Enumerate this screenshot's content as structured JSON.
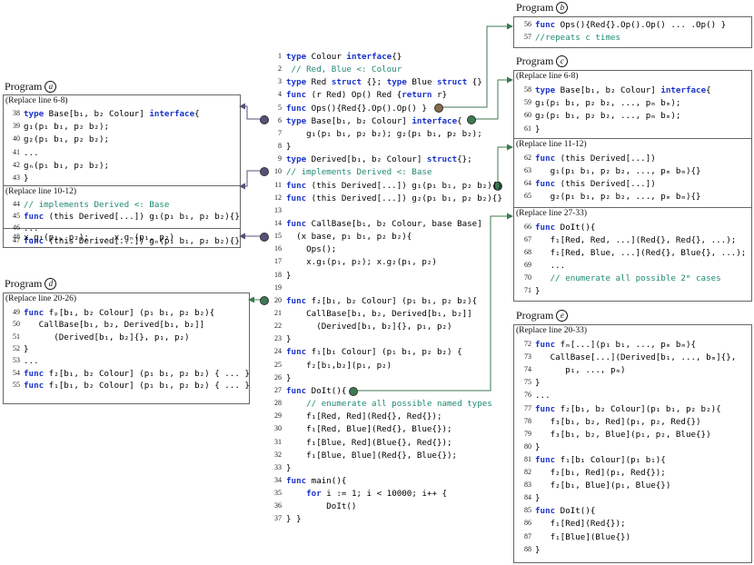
{
  "titles": {
    "a": "Program",
    "b": "Program",
    "c": "Program",
    "d": "Program",
    "e": "Program"
  },
  "circled": {
    "a": "a",
    "b": "b",
    "c": "c",
    "d": "d",
    "e": "e"
  },
  "main": [
    {
      "n": "1",
      "t": "type Colour interface{}"
    },
    {
      "n": "2",
      "t": " // Red, Blue <: Colour"
    },
    {
      "n": "3",
      "t": "type Red struct {}; type Blue struct {}"
    },
    {
      "n": "4",
      "t": "func (r Red) Op() Red {return r}"
    },
    {
      "n": "5",
      "t": "func Ops(){Red{}.Op().Op() }"
    },
    {
      "n": "6",
      "t": "type Base[b₁, b₂ Colour] interface{"
    },
    {
      "n": "7",
      "t": "    g₁(p₁ b₁, p₂ b₂); g₂(p₁ b₁, p₂ b₂);"
    },
    {
      "n": "8",
      "t": "}"
    },
    {
      "n": "9",
      "t": "type Derived[b₁, b₂ Colour] struct{};"
    },
    {
      "n": "10",
      "t": "// implements Derived <: Base"
    },
    {
      "n": "11",
      "t": "func (this Derived[...]) g₁(p₁ b₁, p₂ b₂){}"
    },
    {
      "n": "12",
      "t": "func (this Derived[...]) g₂(p₁ b₁, p₂ b₂){}"
    },
    {
      "n": "13",
      "t": ""
    },
    {
      "n": "14",
      "t": "func CallBase[b₁, b₂ Colour, base Base]"
    },
    {
      "n": "15",
      "t": "  (x base, p₁ b₁, p₂ b₂){"
    },
    {
      "n": "16",
      "t": "    Ops();"
    },
    {
      "n": "17",
      "t": "    x.g₁(p₁, p₂); x.g₂(p₁, p₂)"
    },
    {
      "n": "18",
      "t": "}"
    },
    {
      "n": "19",
      "t": ""
    },
    {
      "n": "20",
      "t": "func f₂[b₁, b₂ Colour] (p₁ b₁, p₂ b₂){"
    },
    {
      "n": "21",
      "t": "    CallBase[b₁, b₂, Derived[b₁, b₂]]"
    },
    {
      "n": "22",
      "t": "      (Derived[b₁, b₂]{}, p₁, p₂)"
    },
    {
      "n": "23",
      "t": "}"
    },
    {
      "n": "24",
      "t": "func f₁[b₁ Colour] (p₁ b₁, p₂ b₂) {"
    },
    {
      "n": "25",
      "t": "    f₂[b₁,b₂](p₁, p₂)"
    },
    {
      "n": "26",
      "t": "}"
    },
    {
      "n": "27",
      "t": "func DoIt(){"
    },
    {
      "n": "28",
      "t": "    // enumerate all possible named types"
    },
    {
      "n": "29",
      "t": "    f₁[Red, Red](Red{}, Red{});"
    },
    {
      "n": "30",
      "t": "    f₁[Red, Blue](Red{}, Blue{});"
    },
    {
      "n": "31",
      "t": "    f₁[Blue, Red](Blue{}, Red{});"
    },
    {
      "n": "32",
      "t": "    f₁[Blue, Blue](Red{}, Blue{});"
    },
    {
      "n": "33",
      "t": "}"
    },
    {
      "n": "34",
      "t": "func main(){"
    },
    {
      "n": "35",
      "t": "    for i := 1; i < 10000; i++ {"
    },
    {
      "n": "36",
      "t": "        DoIt()"
    },
    {
      "n": "37",
      "t": "} }"
    }
  ],
  "a": {
    "r1": "(Replace line 6-8)",
    "s1": [
      {
        "n": "38",
        "t": "type Base[b₁, b₂ Colour] interface{"
      },
      {
        "n": "39",
        "t": "g₁(p₁ b₁, p₂ b₂);"
      },
      {
        "n": "40",
        "t": "g₂(p₁ b₁, p₂ b₂);"
      },
      {
        "n": "41",
        "t": "..."
      },
      {
        "n": "42",
        "t": "gₙ(p₁ b₁, p₂ b₂);"
      },
      {
        "n": "43",
        "t": "}"
      }
    ],
    "r2": "(Replace line 10-12)",
    "s2": [
      {
        "n": "44",
        "t": "// implements Derived <: Base"
      },
      {
        "n": "45",
        "t": "func (this Derived[...]) g₁(p₁ b₁, p₂ b₂){}"
      },
      {
        "n": "46",
        "t": "..."
      },
      {
        "n": "47",
        "t": "func (this Derived[...]) gₙ(p₁ b₁, p₂ b₂){}"
      }
    ],
    "s3": [
      {
        "n": "48",
        "t": "x.g₁(p₁, p₂); ... x.gₙ(p₁, p₂)"
      }
    ]
  },
  "b": {
    "s1": [
      {
        "n": "56",
        "t": "func Ops(){Red{}.Op().Op() ... .Op() }"
      },
      {
        "n": "57",
        "t": "//repeats c times"
      }
    ]
  },
  "c": {
    "r1": "(Replace line 6-8)",
    "s1": [
      {
        "n": "58",
        "t": "type Base[b₁, b₂ Colour] interface{"
      },
      {
        "n": "59",
        "t": "g₁(p₁ b₁, p₂ b₂, ..., pₘ bₘ);"
      },
      {
        "n": "60",
        "t": "g₂(p₁ b₁, p₂ b₂, ..., pₘ bₘ);"
      },
      {
        "n": "61",
        "t": "}"
      }
    ],
    "r2": "(Replace line 11-12)",
    "s2": [
      {
        "n": "62",
        "t": "func (this Derived[...])"
      },
      {
        "n": "63",
        "t": "   g₁(p₁ b₁, p₂ b₂, ..., pₘ bₘ){}"
      },
      {
        "n": "64",
        "t": "func (this Derived[...])"
      },
      {
        "n": "65",
        "t": "   g₂(p₁ b₁, p₂ b₂, ..., pₘ bₘ){}"
      }
    ],
    "r3": "(Replace line 27-33)",
    "s3": [
      {
        "n": "66",
        "t": "func DoIt(){"
      },
      {
        "n": "67",
        "t": "   f₁[Red, Red, ...](Red{}, Red{}, ...);"
      },
      {
        "n": "68",
        "t": "   f₁[Red, Blue, ...](Red{}, Blue{}, ...);"
      },
      {
        "n": "69",
        "t": "   ..."
      },
      {
        "n": "70",
        "t": "   // enumerate all possible 2ᵐ cases"
      },
      {
        "n": "71",
        "t": "}"
      }
    ]
  },
  "d": {
    "r1": "(Replace line 20-26)",
    "s1": [
      {
        "n": "49",
        "t": "func fₚ[b₁, b₂ Colour] (p₁ b₁, p₂ b₂){"
      },
      {
        "n": "50",
        "t": "   CallBase[b₁, b₂, Derived[b₁, b₂]]"
      },
      {
        "n": "51",
        "t": "      (Derived[b₁, b₂]{}, p₁, p₂)"
      },
      {
        "n": "52",
        "t": "}"
      },
      {
        "n": "53",
        "t": "..."
      },
      {
        "n": "54",
        "t": "func f₂[b₁, b₂ Colour] (p₁ b₁, p₂ b₂) { ... }"
      },
      {
        "n": "55",
        "t": "func f₁[b₁, b₂ Colour] (p₁ b₁, p₂ b₂) { ... }"
      }
    ]
  },
  "e": {
    "r1": "(Replace line 20-33)",
    "s1": [
      {
        "n": "72",
        "t": "func fₘ[...](p₁ b₁, ..., pₘ bₘ){"
      },
      {
        "n": "73",
        "t": "   CallBase[...](Derived[b₁, ..., bₘ]{},"
      },
      {
        "n": "74",
        "t": "      p₁, ..., pₘ)"
      },
      {
        "n": "75",
        "t": "}"
      },
      {
        "n": "76",
        "t": "..."
      },
      {
        "n": "77",
        "t": "func f₂[b₁, b₂ Colour](p₁ b₁, p₂ b₂){"
      },
      {
        "n": "78",
        "t": "   f₃[b₁, b₂, Red](p₁, p₂, Red{})"
      },
      {
        "n": "79",
        "t": "   f₃[b₁, b₂, Blue](p₁, p₂, Blue{})"
      },
      {
        "n": "80",
        "t": "}"
      },
      {
        "n": "81",
        "t": "func f₁[b₁ Colour](p₁ b₁){"
      },
      {
        "n": "82",
        "t": "   f₂[b₁, Red](p₁, Red{});"
      },
      {
        "n": "83",
        "t": "   f₂[b₁, Blue](p₁, Blue{})"
      },
      {
        "n": "84",
        "t": "}"
      },
      {
        "n": "85",
        "t": "func DoIt(){"
      },
      {
        "n": "86",
        "t": "   f₁[Red](Red{});"
      },
      {
        "n": "87",
        "t": "   f₁[Blue](Blue{})"
      },
      {
        "n": "88",
        "t": "}"
      }
    ]
  },
  "colors": {
    "keyword": "#1a33c9",
    "comment": "#1f8a70",
    "arrow_purple": "#5a4f7a",
    "arrow_green": "#3d7a52",
    "dot_brown": "#8a6a4a"
  }
}
